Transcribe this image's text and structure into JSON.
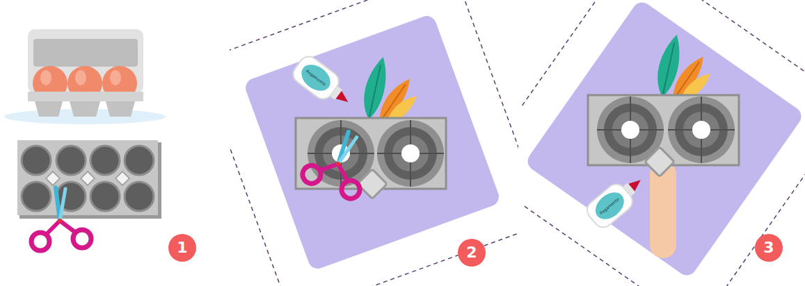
{
  "diagram": {
    "nodes": [
      {
        "text": [
          "1"
        ]
      },
      {
        "text": [
          "2"
        ]
      },
      {
        "text": [
          "3"
        ]
      }
    ],
    "labels": [
      "Pegamento",
      "Pegamento"
    ]
  }
}
